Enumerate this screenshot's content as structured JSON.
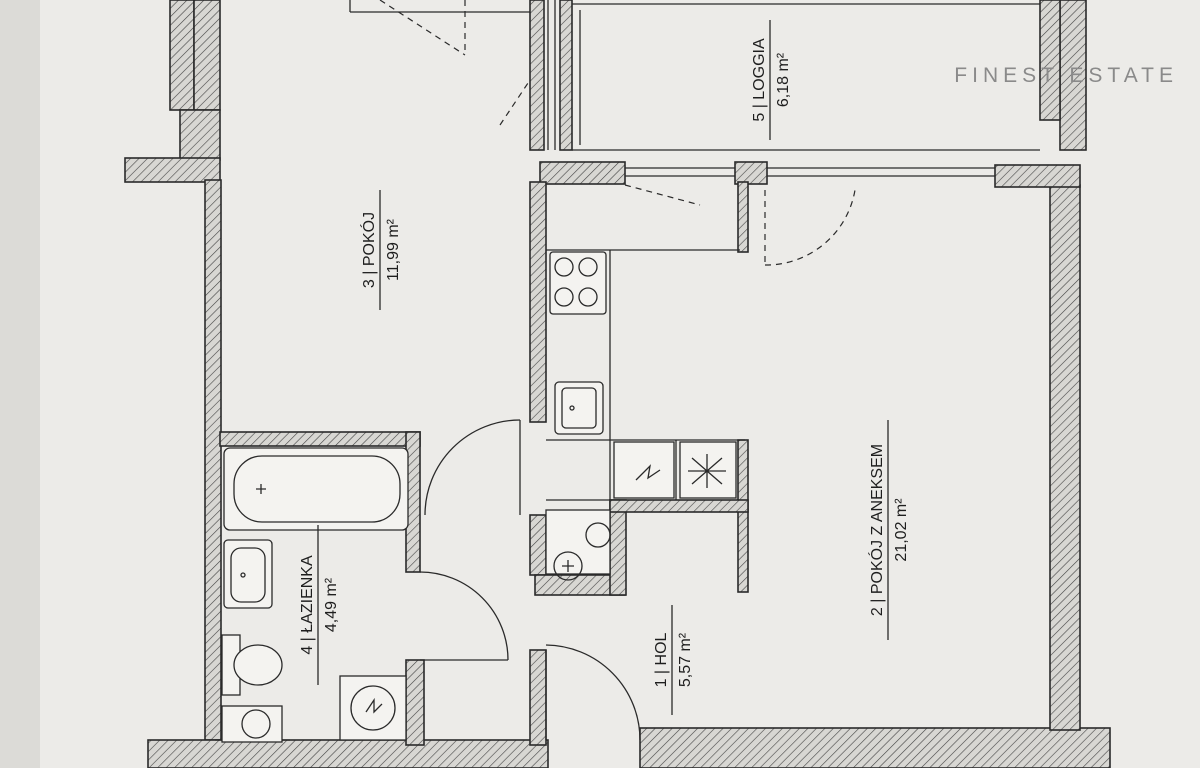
{
  "watermark": "FINEST ESTATE",
  "rooms": [
    {
      "number": "1",
      "name": "HOL",
      "area": "5,57 m²"
    },
    {
      "number": "2",
      "name": "POKÓJ Z ANEKSEM",
      "area": "21,02 m²"
    },
    {
      "number": "3",
      "name": "POKÓJ",
      "area": "11,99 m²"
    },
    {
      "number": "4",
      "name": "ŁAZIENKA",
      "area": "4,49 m²"
    },
    {
      "number": "5",
      "name": "LOGGIA",
      "area": "6,18 m²"
    }
  ],
  "colors": {
    "paper": "#ecebe8",
    "ink": "#2a2a2a",
    "watermark": "#8a8a8a"
  }
}
